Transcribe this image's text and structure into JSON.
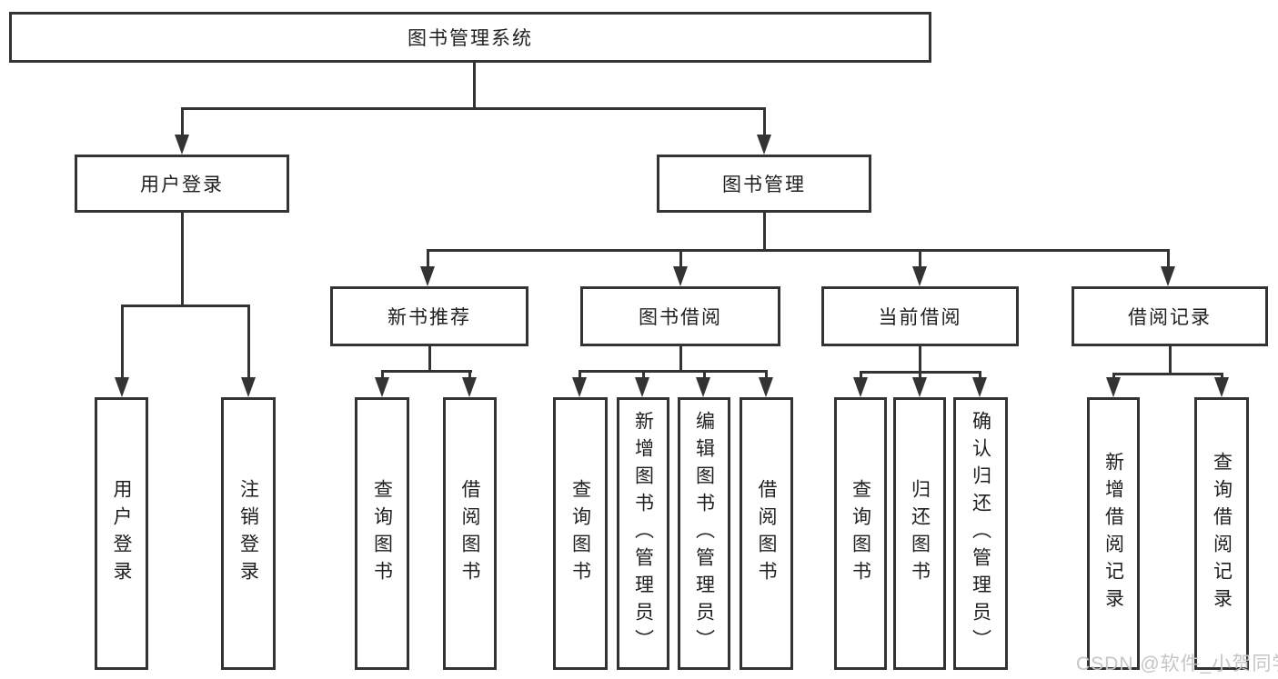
{
  "diagram": {
    "root": {
      "label": "图书管理系统"
    },
    "branches": [
      {
        "label": "用户登录",
        "children": [
          {
            "label": "用户登录"
          },
          {
            "label": "注销登录"
          }
        ]
      },
      {
        "label": "图书管理",
        "children": [
          {
            "label": "新书推荐",
            "children": [
              {
                "label": "查询图书"
              },
              {
                "label": "借阅图书"
              }
            ]
          },
          {
            "label": "图书借阅",
            "children": [
              {
                "label": "查询图书"
              },
              {
                "label": "新增图书（管理员）"
              },
              {
                "label": "编辑图书（管理员）"
              },
              {
                "label": "借阅图书"
              }
            ]
          },
          {
            "label": "当前借阅",
            "children": [
              {
                "label": "查询图书"
              },
              {
                "label": "归还图书"
              },
              {
                "label": "确认归还（管理员）"
              }
            ]
          },
          {
            "label": "借阅记录",
            "children": [
              {
                "label": "新增借阅记录"
              },
              {
                "label": "查询借阅记录"
              }
            ]
          }
        ]
      }
    ]
  },
  "watermark": {
    "text": "CSDN @软件_小贺同学"
  },
  "colors": {
    "line": "#333333",
    "text": "#1f1f1f",
    "watermark": "#c5c5c8",
    "background": "#ffffff"
  }
}
